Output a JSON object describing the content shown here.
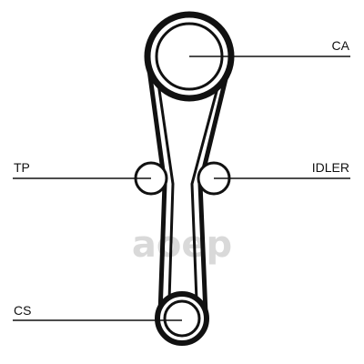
{
  "labels": {
    "ca": "CA",
    "tp": "TP",
    "idler": "IDLER",
    "cs": "CS"
  },
  "watermark": "aoep",
  "colors": {
    "line": "#111111",
    "watermark": "#d9d9d9",
    "background": "#ffffff"
  }
}
